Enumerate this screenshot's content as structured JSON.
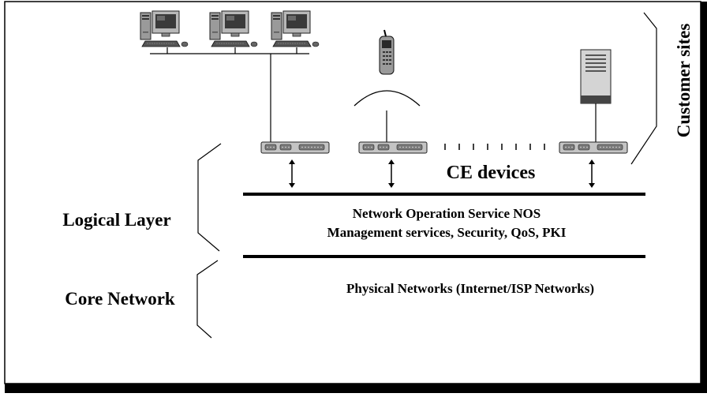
{
  "labels": {
    "customer_sites": "Customer sites",
    "ce_devices": "CE devices",
    "logical_layer": "Logical Layer",
    "core_network": "Core Network",
    "nos_line1": "Network Operation Service NOS",
    "nos_line2": "Management services, Security, QoS, PKI",
    "physical_networks": "Physical Networks (Internet/ISP Networks)"
  },
  "icons": {
    "pc": "desktop-computer-icon",
    "phone": "mobile-phone-icon",
    "server": "server-tower-icon",
    "router": "ce-router-icon"
  }
}
